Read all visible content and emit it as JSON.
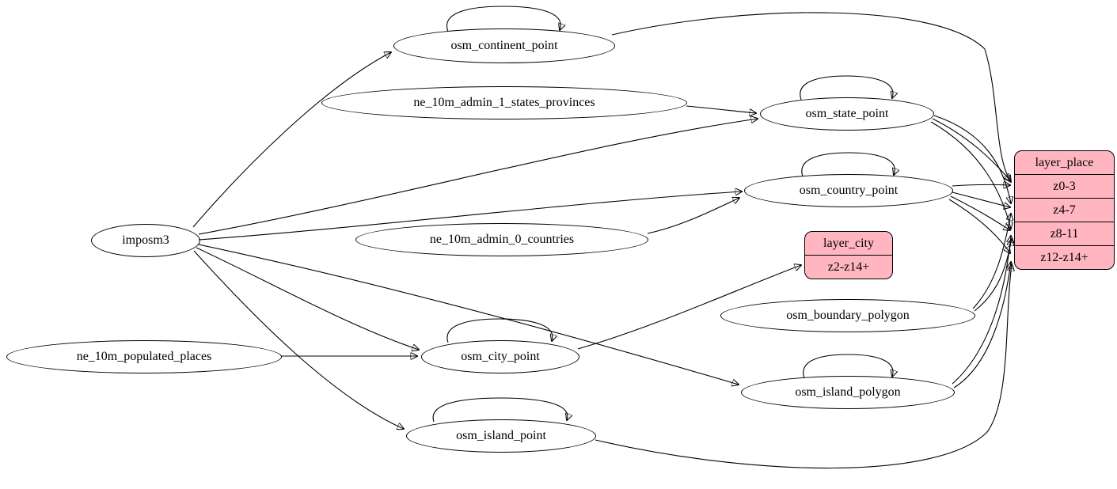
{
  "diagram": {
    "colors": {
      "record_fill": "#ffb6c1",
      "node_fill": "#ffffff",
      "stroke": "#000000"
    },
    "nodes": {
      "imposm3": "imposm3",
      "osm_continent_point": "osm_continent_point",
      "ne_10m_admin_1_states_provinces": "ne_10m_admin_1_states_provinces",
      "osm_state_point": "osm_state_point",
      "osm_country_point": "osm_country_point",
      "ne_10m_admin_0_countries": "ne_10m_admin_0_countries",
      "osm_boundary_polygon": "osm_boundary_polygon",
      "osm_city_point": "osm_city_point",
      "ne_10m_populated_places": "ne_10m_populated_places",
      "osm_island_polygon": "osm_island_polygon",
      "osm_island_point": "osm_island_point"
    },
    "records": {
      "layer_city": {
        "title": "layer_city",
        "rows": [
          "z2-z14+"
        ]
      },
      "layer_place": {
        "title": "layer_place",
        "rows": [
          "z0-3",
          "z4-7",
          "z8-11",
          "z12-z14+"
        ]
      }
    },
    "edges": [
      {
        "from": "imposm3",
        "to": "osm_continent_point"
      },
      {
        "from": "imposm3",
        "to": "osm_state_point"
      },
      {
        "from": "imposm3",
        "to": "osm_country_point"
      },
      {
        "from": "imposm3",
        "to": "osm_city_point"
      },
      {
        "from": "imposm3",
        "to": "osm_island_point"
      },
      {
        "from": "imposm3",
        "to": "osm_island_polygon"
      },
      {
        "from": "ne_10m_admin_1_states_provinces",
        "to": "osm_state_point"
      },
      {
        "from": "ne_10m_admin_0_countries",
        "to": "osm_country_point"
      },
      {
        "from": "ne_10m_populated_places",
        "to": "osm_city_point"
      },
      {
        "from": "osm_continent_point",
        "to": "osm_continent_point"
      },
      {
        "from": "osm_state_point",
        "to": "osm_state_point"
      },
      {
        "from": "osm_country_point",
        "to": "osm_country_point"
      },
      {
        "from": "osm_city_point",
        "to": "osm_city_point"
      },
      {
        "from": "osm_island_point",
        "to": "osm_island_point"
      },
      {
        "from": "osm_island_polygon",
        "to": "osm_island_polygon"
      },
      {
        "from": "osm_city_point",
        "to": "layer_city:z2-z14+"
      },
      {
        "from": "osm_continent_point",
        "to": "layer_place:z0-3"
      },
      {
        "from": "osm_state_point",
        "to": "layer_place:z0-3"
      },
      {
        "from": "osm_state_point",
        "to": "layer_place:z4-7"
      },
      {
        "from": "osm_state_point",
        "to": "layer_place:z8-11"
      },
      {
        "from": "osm_country_point",
        "to": "layer_place:z0-3"
      },
      {
        "from": "osm_country_point",
        "to": "layer_place:z4-7"
      },
      {
        "from": "osm_country_point",
        "to": "layer_place:z8-11"
      },
      {
        "from": "osm_country_point",
        "to": "layer_place:z12-z14+"
      },
      {
        "from": "osm_boundary_polygon",
        "to": "layer_place:z4-7"
      },
      {
        "from": "osm_boundary_polygon",
        "to": "layer_place:z8-11"
      },
      {
        "from": "osm_island_polygon",
        "to": "layer_place:z8-11"
      },
      {
        "from": "osm_island_polygon",
        "to": "layer_place:z12-z14+"
      },
      {
        "from": "osm_island_point",
        "to": "layer_place:z12-z14+"
      }
    ]
  }
}
